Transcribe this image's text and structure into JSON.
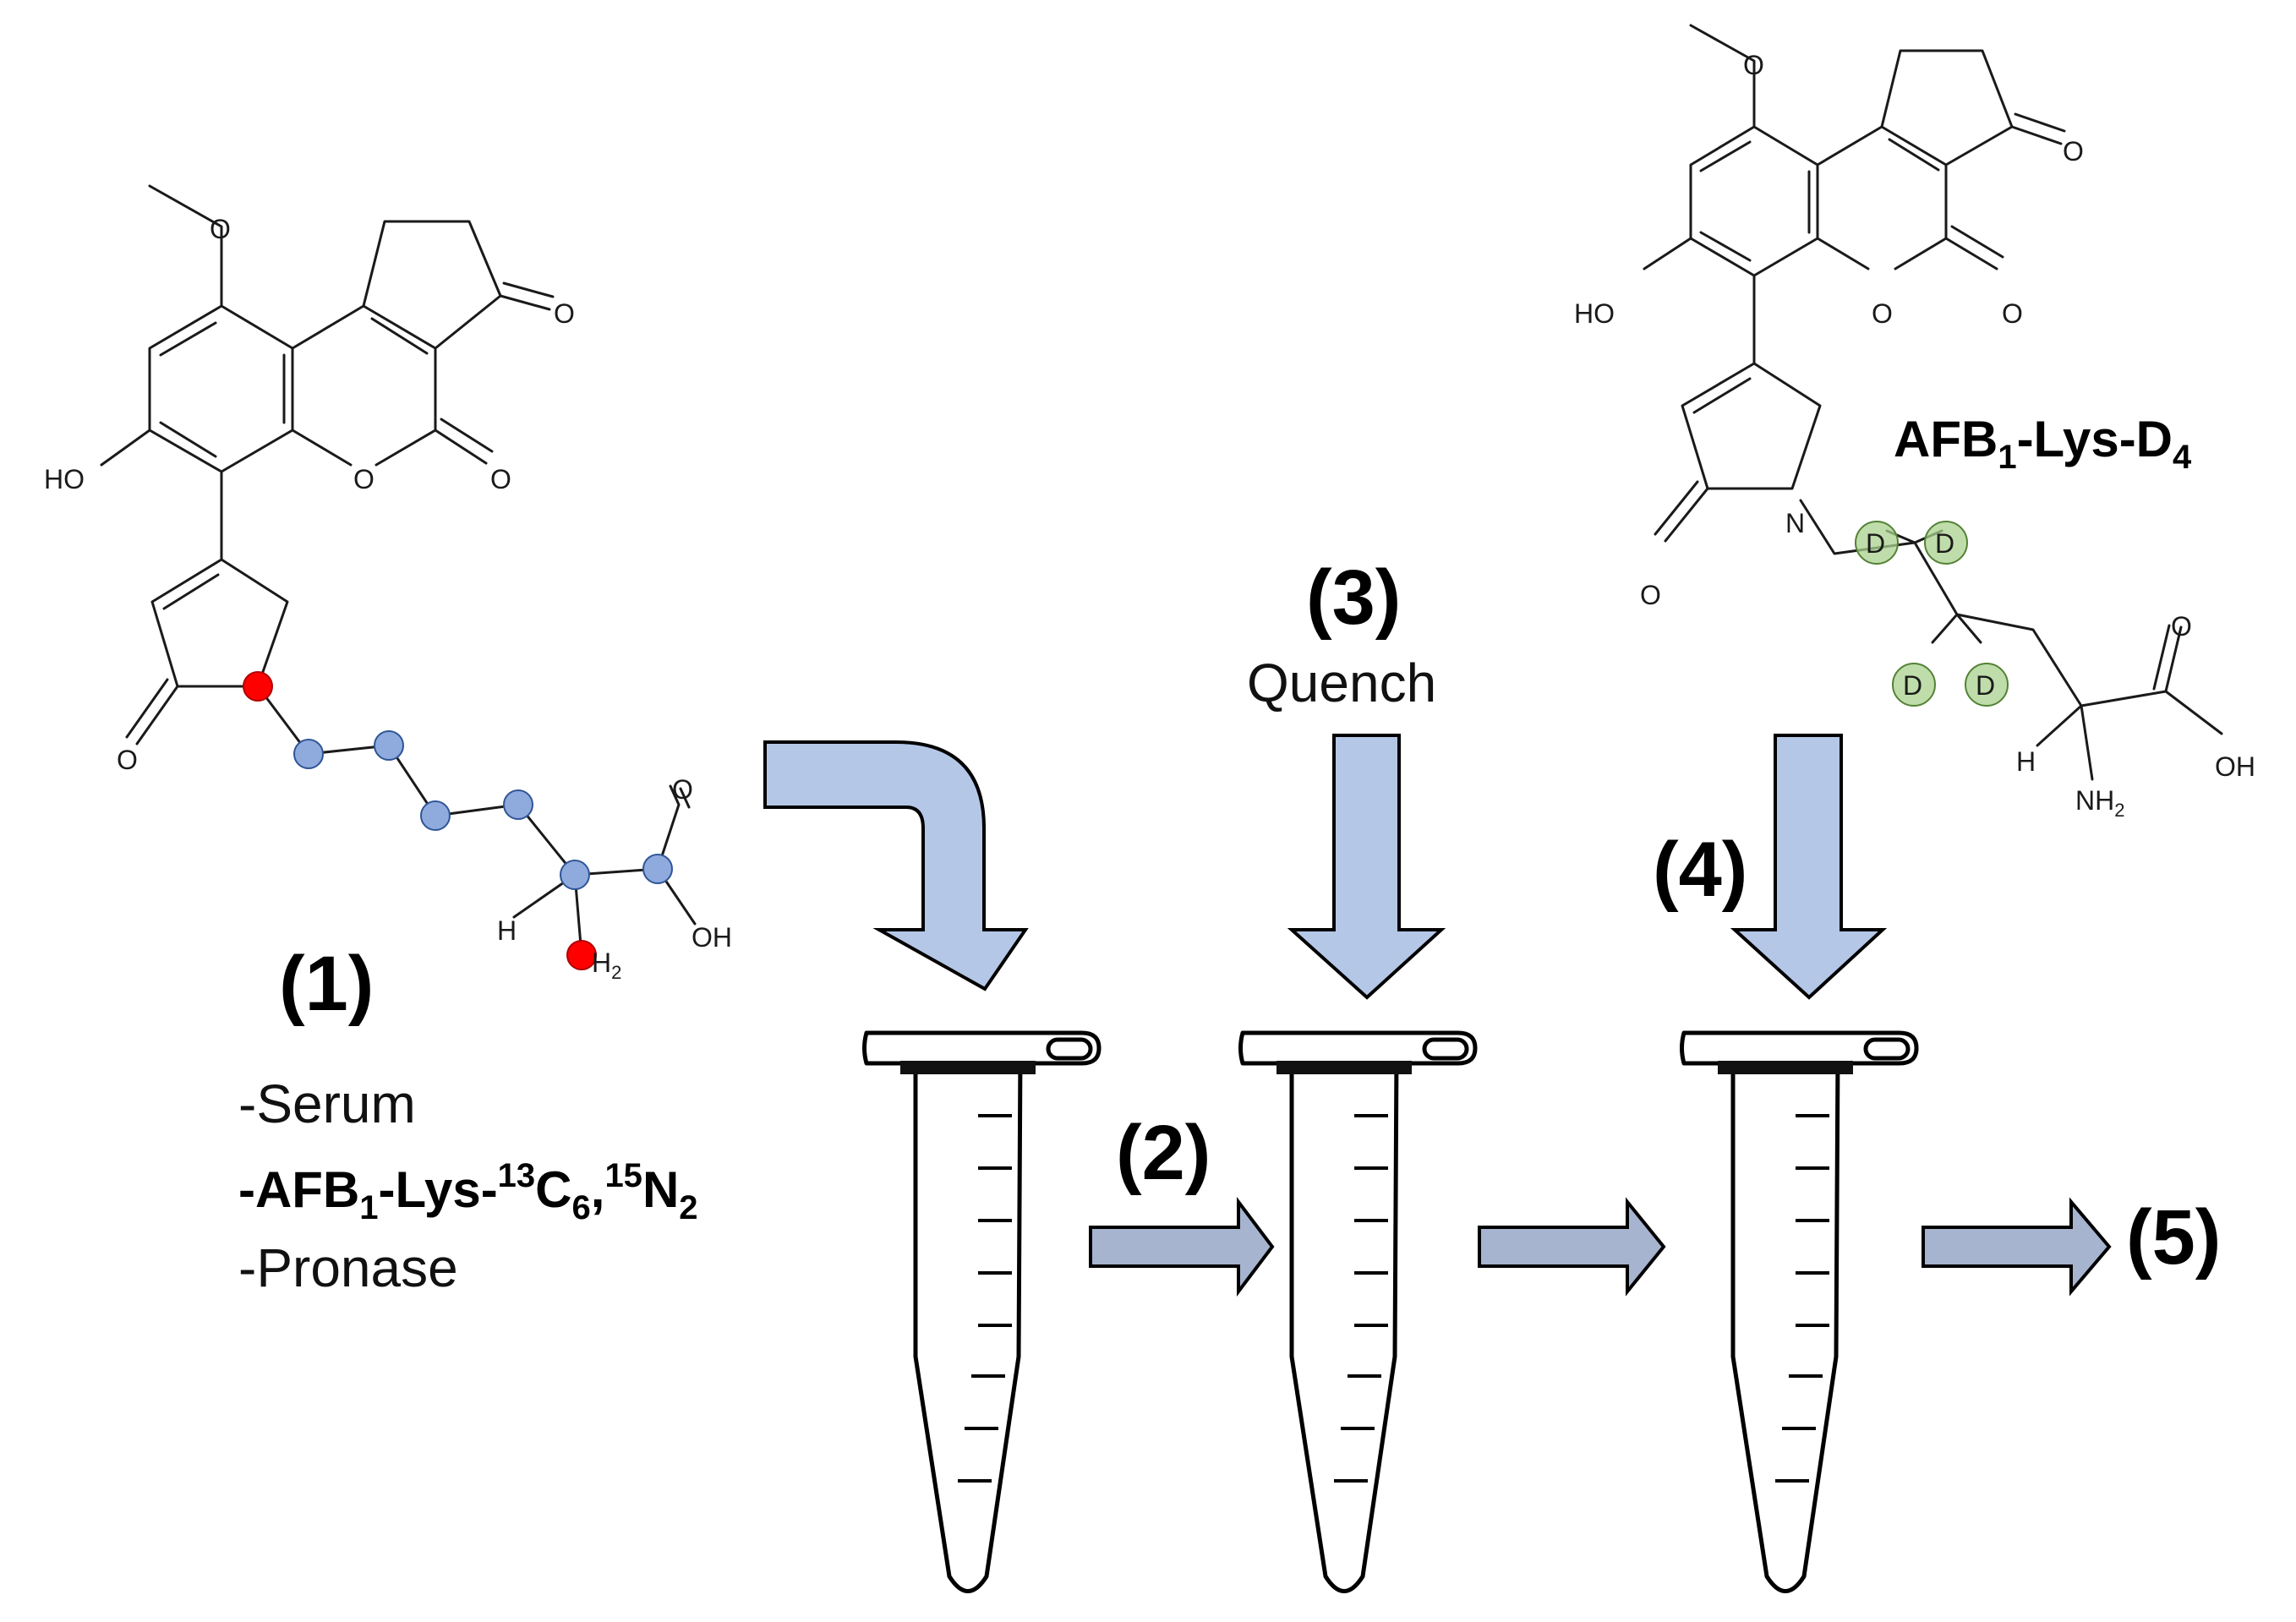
{
  "steps": {
    "s1": "(1)",
    "s2": "(2)",
    "s3": "(3)",
    "s4": "(4)",
    "s5": "(5)"
  },
  "quench": "Quench",
  "reagents": {
    "serum": "-Serum",
    "afb_prefix": "-AFB",
    "afb_sub1": "1",
    "afb_mid": "-Lys-",
    "c_sup": "13",
    "c_letter": "C",
    "c_sub": "6",
    "comma": ",",
    "n_sup": "15",
    "n_letter": "N",
    "n_sub": "2",
    "pronase": "-Pronase"
  },
  "standard_label": {
    "prefix": "AFB",
    "sub1": "1",
    "mid": "-Lys-D",
    "sub2": "4"
  },
  "atoms": {
    "o": "O",
    "ho": "HO",
    "oh": "OH",
    "h": "H",
    "n": "N",
    "nh2_main": "NH",
    "nh2_sub": "2",
    "h2_main": "H",
    "h2_sub": "2",
    "d": "D"
  },
  "colors": {
    "arrow_large": "#b4c7e7",
    "arrow_small": "#a6b4cf",
    "labeled_carbon": "#8faadc",
    "labeled_nitrogen": "#ff0000",
    "deuterium": "#a9d18e"
  }
}
